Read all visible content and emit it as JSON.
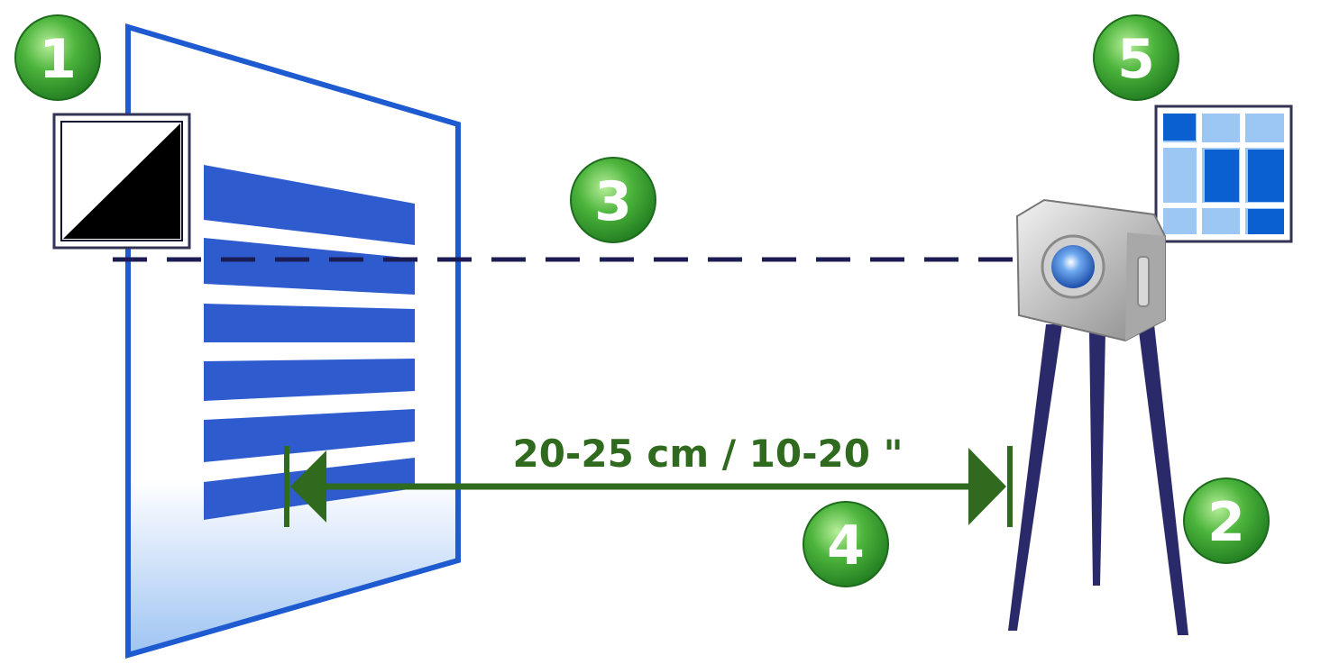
{
  "badges": [
    {
      "number": "1"
    },
    {
      "number": "2"
    },
    {
      "number": "3"
    },
    {
      "number": "4"
    },
    {
      "number": "5"
    }
  ],
  "distance_label": "20-25 cm / 10-20 \"",
  "colors": {
    "screen_border": "#1f5bd0",
    "bars": "#2e5ccf",
    "dashed_line": "#1c1c55",
    "arrow": "#2f6a1f",
    "badge_green": "#3aa53a",
    "tripod": "#2a2a6a"
  }
}
